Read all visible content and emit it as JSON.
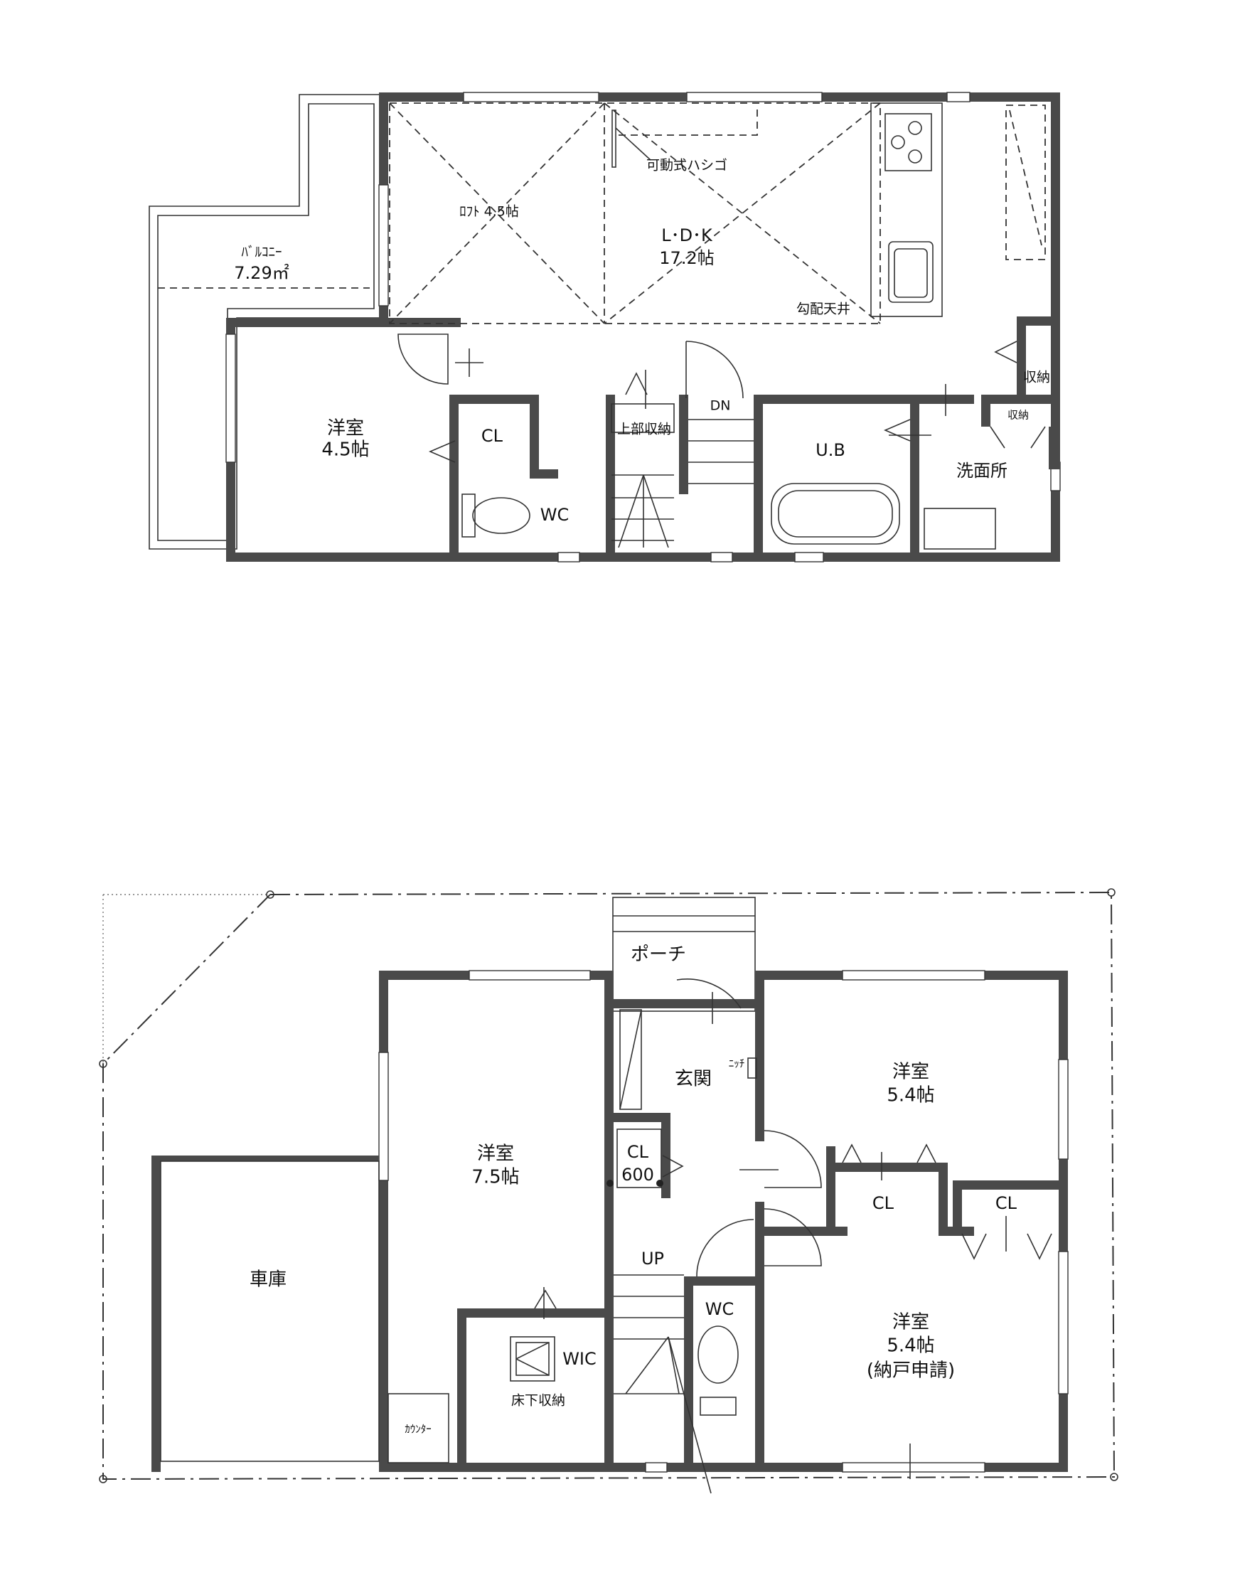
{
  "floor2": {
    "balcony_name": "ﾊﾞﾙｺﾆｰ",
    "balcony_area": "7.29㎡",
    "loft": "ﾛﾌﾄ 4.5帖",
    "ladder": "可動式ハシゴ",
    "ldk_name": "L･D･K",
    "ldk_size": "17.2帖",
    "sloped_ceiling": "勾配天井",
    "bedroom_name": "洋室",
    "bedroom_size": "4.5帖",
    "closet": "CL",
    "upper_storage": "上部収納",
    "down": "DN",
    "bath": "U.B",
    "washroom": "洗面所",
    "wc": "WC",
    "storage_a": "収納",
    "storage_b": "収納"
  },
  "floor1": {
    "porch": "ポーチ",
    "entrance": "玄関",
    "niche": "ﾆｯﾁ",
    "room_a_name": "洋室",
    "room_a_size": "7.5帖",
    "room_b_name": "洋室",
    "room_b_size": "5.4帖",
    "room_c_name": "洋室",
    "room_c_size": "5.4帖",
    "room_c_note": "(納戸申請)",
    "closet_600_a": "CL",
    "closet_600_b": "600",
    "closet_b": "CL",
    "closet_c": "CL",
    "up": "UP",
    "wc": "WC",
    "wic": "WIC",
    "underfloor": "床下収納",
    "counter": "ｶｳﾝﾀｰ",
    "garage": "車庫"
  }
}
